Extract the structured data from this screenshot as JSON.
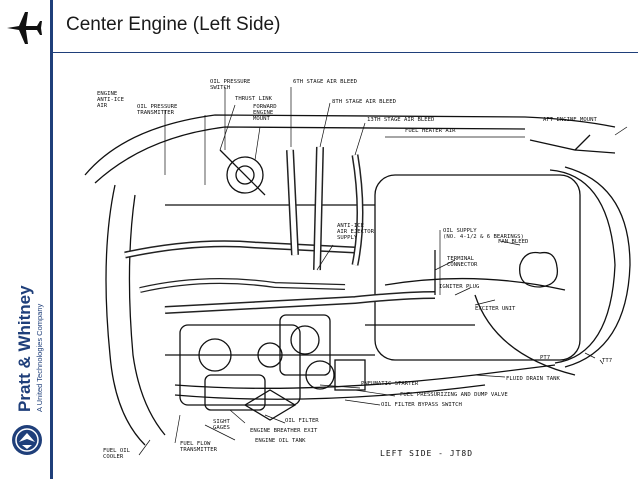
{
  "slide": {
    "title": "Center Engine (Left Side)"
  },
  "brand": {
    "name": "Pratt & Whitney",
    "tagline": "A United Technologies Company"
  },
  "diagram": {
    "caption": "LEFT SIDE - JT8D",
    "labels": {
      "oil_pressure_switch_1": "OIL PRESSURE",
      "oil_pressure_switch_2": "SWITCH",
      "sixth_stage_air_bleed": "6TH STAGE AIR BLEED",
      "engine_antiice_1": "ENGINE",
      "engine_antiice_2": "ANTI-ICE",
      "engine_antiice_3": "AIR",
      "thrust_link": "THRUST LINK",
      "oil_pressure_transmitter_1": "OIL PRESSURE",
      "oil_pressure_transmitter_2": "TRANSMITTER",
      "forward_engine_mount_1": "FORWARD",
      "forward_engine_mount_2": "ENGINE",
      "forward_engine_mount_3": "MOUNT",
      "eighth_stage_air_bleed": "8TH STAGE AIR BLEED",
      "thirteenth_stage_air_bleed": "13TH STAGE AIR BLEED",
      "aft_engine_mount": "AFT ENGINE MOUNT",
      "fuel_heater_air": "FUEL HEATER AIR",
      "antiice_ejector_1": "ANTI-ICE",
      "antiice_ejector_2": "AIR EJECTOR",
      "antiice_ejector_3": "SUPPLY",
      "oil_supply_1": "OIL SUPPLY",
      "oil_supply_2": "(NO. 4-1/2 & 6 BEARINGS)",
      "terminal_connector_1": "TERMINAL",
      "terminal_connector_2": "CONNECTOR",
      "fan_bleed": "FAN BLEED",
      "igniter_plug": "IGNITER PLUG",
      "exciter_unit": "EXCITER UNIT",
      "pt7": "PT7",
      "tt7": "TT7",
      "fluid_drain_tank": "FLUID DRAIN TANK",
      "fuel_pressurizing": "FUEL PRESSURIZING AND DUMP VALVE",
      "oil_filter_bypass": "OIL FILTER BYPASS SWITCH",
      "pneumatic_starter": "PNEUMATIC STARTER",
      "oil_filter": "OIL FILTER",
      "sight_gages_1": "SIGHT",
      "sight_gages_2": "GAGES",
      "engine_breather_exit": "ENGINE BREATHER EXIT",
      "engine_oil_tank": "ENGINE OIL TANK",
      "fuel_oil_cooler_1": "FUEL OIL",
      "fuel_oil_cooler_2": "COOLER",
      "fuel_flow_transmitter_1": "FUEL FLOW",
      "fuel_flow_transmitter_2": "TRANSMITTER"
    }
  }
}
